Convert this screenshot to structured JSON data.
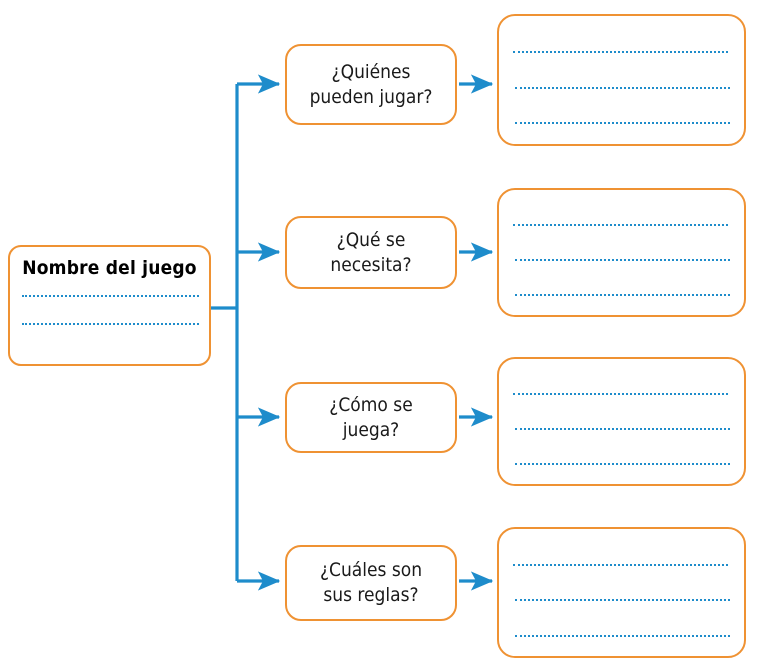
{
  "worksheet": {
    "title_node": {
      "label": "Nombre del juego",
      "blank_lines": 2
    },
    "questions": [
      {
        "id": "quienes-pueden-jugar",
        "line1": "¿Quiénes",
        "line2": "pueden jugar?",
        "answer_lines": 3
      },
      {
        "id": "que-se-necesita",
        "line1": "¿Qué se",
        "line2": "necesita?",
        "answer_lines": 3
      },
      {
        "id": "como-se-juega",
        "line1": "¿Cómo se",
        "line2": "juega?",
        "answer_lines": 3
      },
      {
        "id": "cuales-son-sus-reglas",
        "line1": "¿Cuáles son",
        "line2": "sus reglas?",
        "answer_lines": 3
      }
    ],
    "colors": {
      "box_border": "#ef9233",
      "connector": "#1e8ccb",
      "writing_line": "#1e8ccb",
      "title_text": "#000000",
      "question_text": "#1a1a1a",
      "background": "#ffffff"
    }
  }
}
